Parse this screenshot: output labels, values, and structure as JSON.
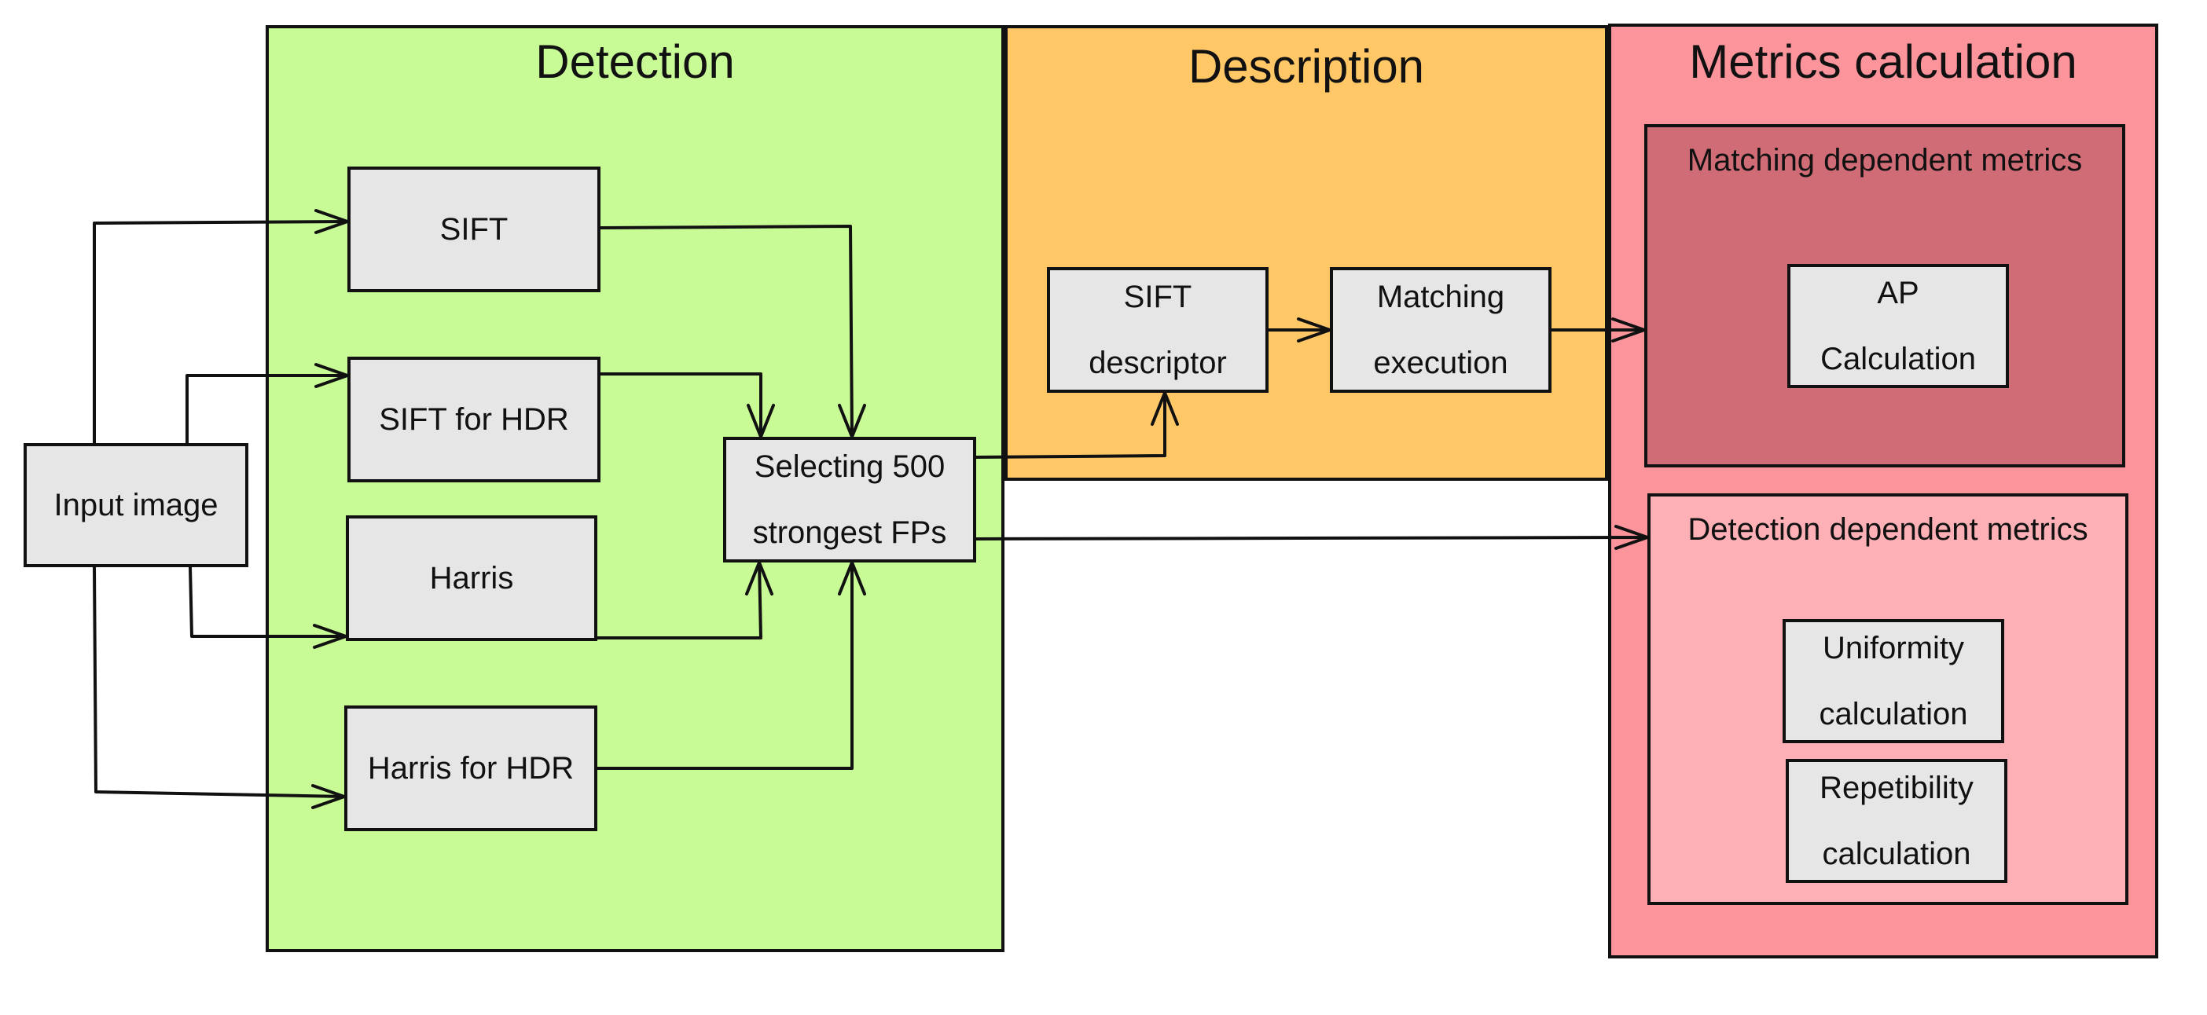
{
  "colors": {
    "detection_bg": "#c8fa96",
    "description_bg": "#ffc766",
    "metrics_bg": "#fb949b",
    "matching_bg": "#d06c75",
    "detection_dep_bg": "#fdb1b6",
    "node_bg": "#e6e6e6",
    "stroke": "#111111"
  },
  "regions": {
    "detection": {
      "title": "Detection"
    },
    "description": {
      "title": "Description"
    },
    "metrics": {
      "title": "Metrics calculation"
    }
  },
  "subregions": {
    "matching": {
      "title": "Matching dependent metrics"
    },
    "detection_dependent": {
      "title": "Detection dependent metrics"
    }
  },
  "nodes": {
    "input": "Input image",
    "sift": "SIFT",
    "sift_hdr": "SIFT for HDR",
    "harris": "Harris",
    "harris_hdr": "Harris for HDR",
    "select": "Selecting 500 strongest FPs",
    "sift_desc": "SIFT descriptor",
    "matching_exec": "Matching execution",
    "ap": "AP Calculation",
    "uniformity": "Uniformity calculation",
    "repetibility": "Repetibility calculation"
  },
  "edges": [
    {
      "from": "Input image",
      "to": "SIFT"
    },
    {
      "from": "Input image",
      "to": "SIFT for HDR"
    },
    {
      "from": "Input image",
      "to": "Harris"
    },
    {
      "from": "Input image",
      "to": "Harris for HDR"
    },
    {
      "from": "SIFT",
      "to": "Selecting 500 strongest FPs"
    },
    {
      "from": "SIFT for HDR",
      "to": "Selecting 500 strongest FPs"
    },
    {
      "from": "Harris",
      "to": "Selecting 500 strongest FPs"
    },
    {
      "from": "Harris for HDR",
      "to": "Selecting 500 strongest FPs"
    },
    {
      "from": "Selecting 500 strongest FPs",
      "to": "SIFT descriptor"
    },
    {
      "from": "SIFT descriptor",
      "to": "Matching execution"
    },
    {
      "from": "Matching execution",
      "to": "Matching dependent metrics"
    },
    {
      "from": "Selecting 500 strongest FPs",
      "to": "Detection dependent metrics"
    }
  ]
}
